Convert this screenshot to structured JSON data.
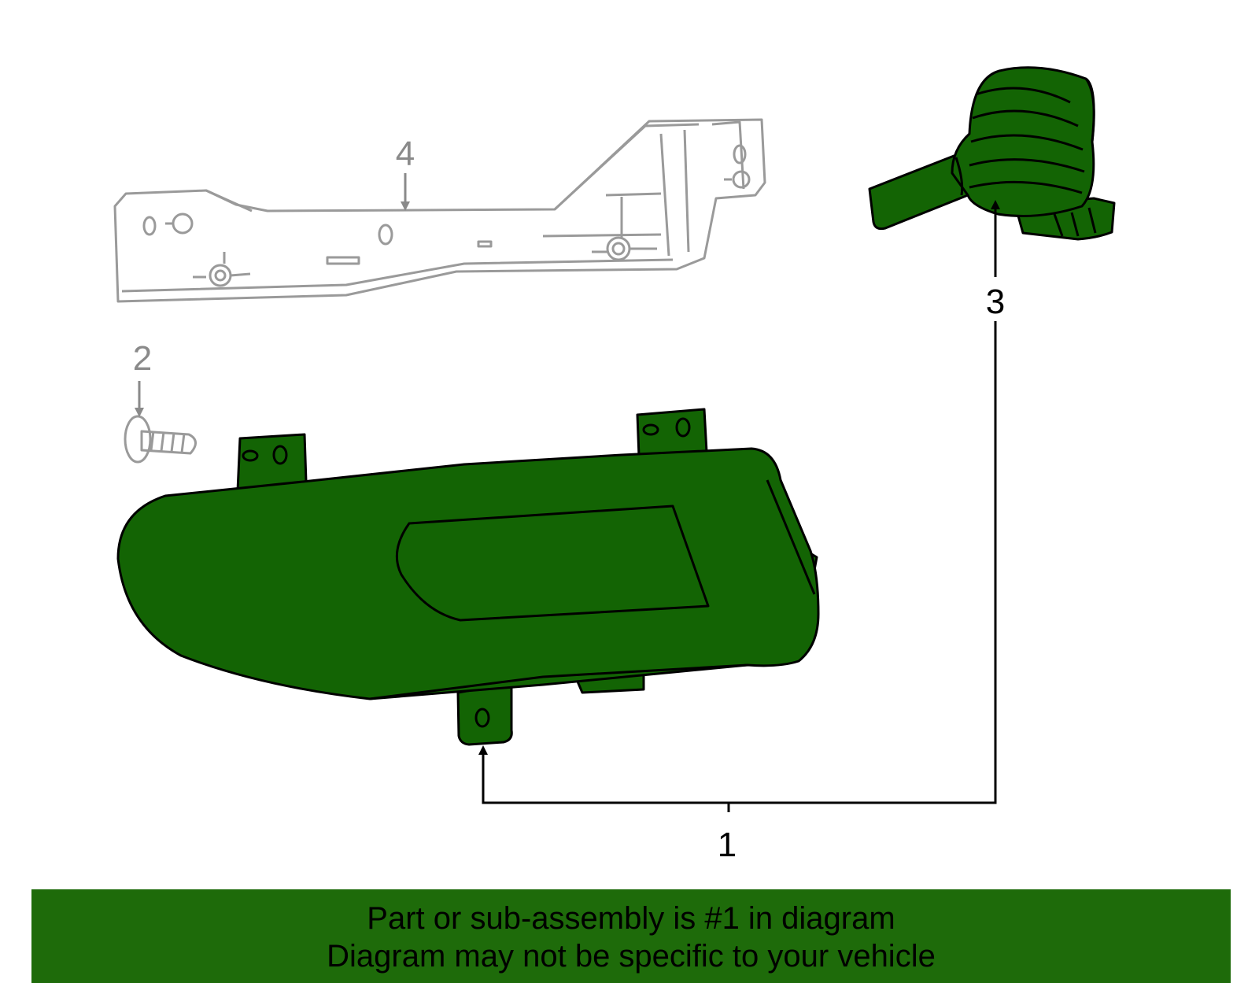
{
  "callouts": {
    "part1": "1",
    "part2": "2",
    "part3": "3",
    "part4": "4"
  },
  "banner": {
    "line1": "Part or sub-assembly is #1 in diagram",
    "line2": "Diagram may not be specific to your vehicle"
  },
  "colors": {
    "highlight_fill": "#136404",
    "banner_fill": "#1e6b0a",
    "faded_outline": "#9a9a9a",
    "outline": "#000000"
  }
}
